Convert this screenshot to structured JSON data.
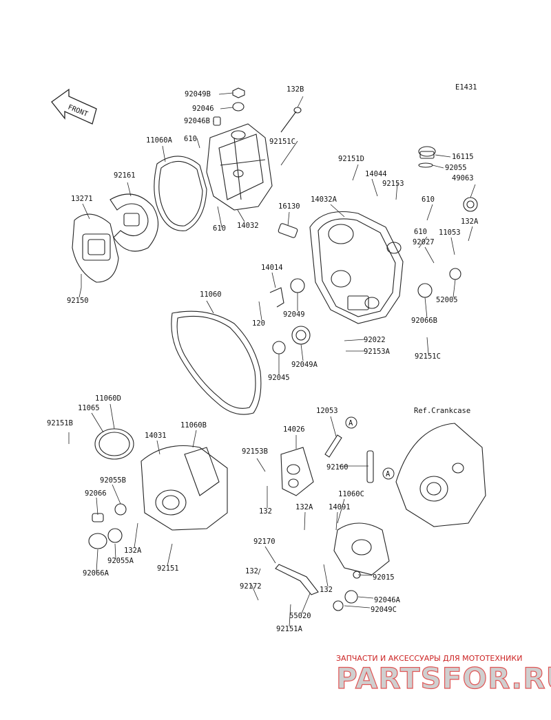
{
  "diagram": {
    "code": "E1431",
    "front_marker": "FRONT",
    "reference": "Ref.Crankcase",
    "callout_a": "A",
    "labels": [
      "92049B",
      "92046",
      "132B",
      "92046B",
      "610",
      "11060A",
      "92151C",
      "92151D",
      "16115",
      "14044",
      "92055",
      "92153",
      "49063",
      "92161",
      "14032A",
      "610",
      "13271",
      "16130",
      "610",
      "132A",
      "14032",
      "610",
      "11053",
      "92027",
      "14014",
      "92150",
      "52005",
      "92049",
      "11060",
      "120",
      "92022",
      "92066B",
      "92151C",
      "92049A",
      "92153A",
      "92045",
      "11060D",
      "11065",
      "92151B",
      "12053",
      "Ref.Crankcase",
      "14031",
      "11060B",
      "14026",
      "92153B",
      "92160",
      "92055B",
      "92066",
      "132",
      "11060C",
      "132A",
      "14091",
      "132A",
      "92055A",
      "92151",
      "92066A",
      "92170",
      "132",
      "92015",
      "132",
      "92046A",
      "92172",
      "92049C",
      "55020",
      "92151A"
    ]
  },
  "watermark": {
    "tagline": "ЗАПЧАСТИ И АКСЕССУАРЫ ДЛЯ МОТОТЕХНИКИ",
    "logo": "PARTSFOR.RU"
  }
}
